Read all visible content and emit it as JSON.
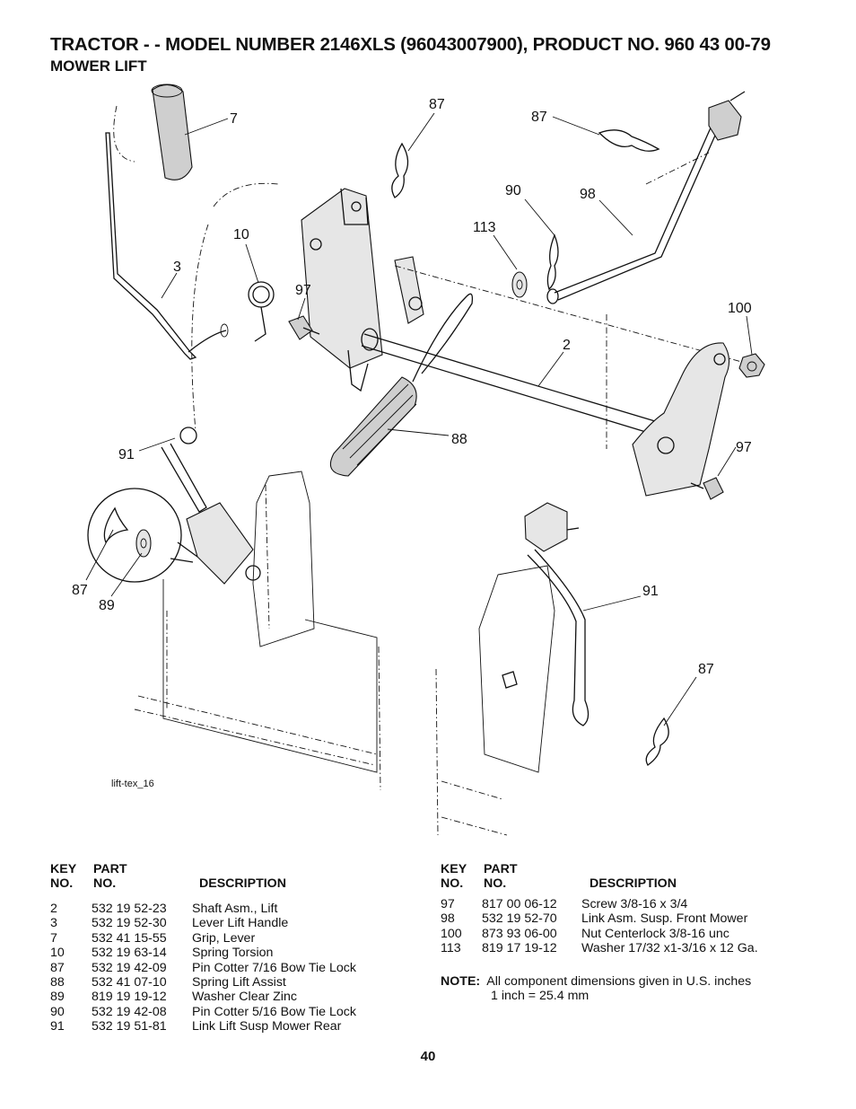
{
  "header": {
    "title": "TRACTOR - - MODEL NUMBER 2146XLS (96043007900), PRODUCT NO. 960 43 00-79",
    "subtitle": "MOWER LIFT"
  },
  "diagram": {
    "image_ref": "lift-tex_16",
    "callouts": {
      "c7": "7",
      "c87a": "87",
      "c87b": "87",
      "c90": "90",
      "c98": "98",
      "c113": "113",
      "c10": "10",
      "c3": "3",
      "c97a": "97",
      "c100": "100",
      "c2": "2",
      "c88": "88",
      "c97b": "97",
      "c91a": "91",
      "c87c": "87",
      "c89": "89",
      "c91b": "91",
      "c87d": "87"
    }
  },
  "table_headers": {
    "key_line1": "KEY",
    "key_line2": "NO.",
    "part_line1": "PART",
    "part_line2": "NO.",
    "description": "DESCRIPTION"
  },
  "parts_left": [
    {
      "key": "2",
      "part": "532 19 52-23",
      "description": "Shaft Asm., Lift"
    },
    {
      "key": "3",
      "part": "532 19 52-30",
      "description": "Lever Lift Handle"
    },
    {
      "key": "7",
      "part": "532 41 15-55",
      "description": "Grip, Lever"
    },
    {
      "key": "10",
      "part": "532 19 63-14",
      "description": "Spring  Torsion"
    },
    {
      "key": "87",
      "part": "532 19 42-09",
      "description": "Pin Cotter 7/16 Bow Tie Lock"
    },
    {
      "key": "88",
      "part": "532 41 07-10",
      "description": "Spring Lift Assist"
    },
    {
      "key": "89",
      "part": "819 19 19-12",
      "description": "Washer Clear Zinc"
    },
    {
      "key": "90",
      "part": "532 19 42-08",
      "description": "Pin Cotter 5/16 Bow Tie Lock"
    },
    {
      "key": "91",
      "part": "532 19 51-81",
      "description": "Link Lift Susp Mower Rear"
    }
  ],
  "parts_right": [
    {
      "key": "97",
      "part": "817 00 06-12",
      "description": "Screw 3/8-16 x 3/4"
    },
    {
      "key": "98",
      "part": "532 19 52-70",
      "description": "Link Asm. Susp. Front Mower"
    },
    {
      "key": "100",
      "part": "873 93 06-00",
      "description": "Nut Centerlock 3/8-16 unc"
    },
    {
      "key": "113",
      "part": "819 17 19-12",
      "description": "Washer 17/32 x1-3/16 x 12 Ga."
    }
  ],
  "note": {
    "label": "NOTE:",
    "line1": "All component dimensions given in U.S. inches",
    "line2": "1 inch = 25.4 mm"
  },
  "page_number": "40"
}
